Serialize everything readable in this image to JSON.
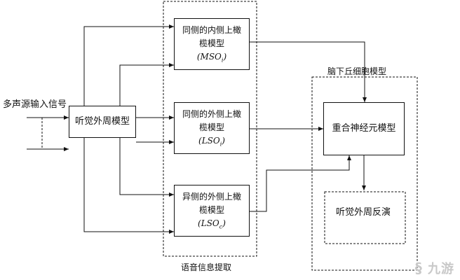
{
  "input_signal": "多声源输入信号",
  "periphery_model": "听觉外周模型",
  "extraction_group": "语音信息提取",
  "mso_model": {
    "line1": "同侧的内侧上橄",
    "line2": "榄模型",
    "abbr": "MSO",
    "sub": "i"
  },
  "lso_i_model": {
    "line1": "同侧的外侧上橄",
    "line2": "榄模型",
    "abbr": "LSO",
    "sub": "i"
  },
  "lso_c_model": {
    "line1": "异侧的外侧上橄",
    "line2": "榄模型",
    "abbr": "LSO",
    "sub": "c"
  },
  "hypothalamus_group": "脑下丘细胞模型",
  "neuron_model": "重合神经元模型",
  "inverse_model": "听觉外周反演",
  "watermark": "九游"
}
